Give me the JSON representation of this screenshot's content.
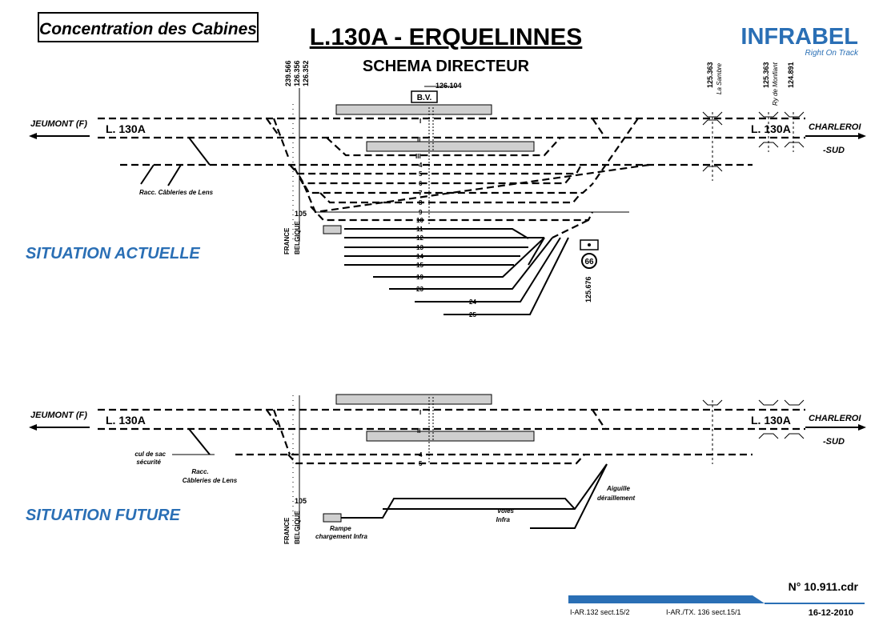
{
  "header": {
    "box_title": "Concentration des Cabines",
    "main_title": "L.130A - ERQUELINNES",
    "subtitle": "SCHEMA DIRECTEUR",
    "logo_text": "INFRABEL",
    "logo_tagline": "Right On Track"
  },
  "kilometres": {
    "k1": "239.566",
    "k2": "126.356",
    "k3": "126.352",
    "k4": "126.104",
    "k5": "125.363",
    "k5_label": "La Sambre",
    "k6": "125.363",
    "k6_label": "Ry de Monfiant",
    "k7": "124.891",
    "k8": "125.676"
  },
  "labels": {
    "jeumont": "JEUMONT (F)",
    "line": "L. 130A",
    "charleroi_1": "CHARLEROI",
    "charleroi_2": "-SUD",
    "bv": "B.V.",
    "raccord_lens": "Racc. Câbleries de Lens",
    "raccord_lens_1": "Racc.",
    "raccord_lens_2": "Câbleries de Lens",
    "border_km": "105",
    "france": "FRANCE",
    "belgique": "BELGIQUE",
    "signal_number": "66",
    "cul_de_sac_1": "cul de sac",
    "cul_de_sac_2": "sécurité",
    "rampe_1": "Rampe",
    "rampe_2": "chargement Infra",
    "voies_1": "Voies",
    "voies_2": "Infra",
    "aiguille_1": "Aiguille",
    "aiguille_2": "déraillement"
  },
  "sections": {
    "actual": "SITUATION ACTUELLE",
    "future": "SITUATION FUTURE"
  },
  "tracks_actual": [
    "I",
    "II",
    "III",
    "4",
    "5",
    "6",
    "7",
    "8",
    "9",
    "10",
    "11",
    "12",
    "13",
    "14",
    "15",
    "19",
    "23",
    "24",
    "25"
  ],
  "tracks_future": [
    "I",
    "II",
    "4",
    "5"
  ],
  "footer": {
    "file": "N° 10.911.cdr",
    "ref1": "I-AR.132 sect.15/2",
    "ref2": "I-AR./TX. 136 sect.15/1",
    "date": "16-12-2010"
  },
  "colors": {
    "brand": "#2a6fb5",
    "platform": "#cfcfcf"
  }
}
